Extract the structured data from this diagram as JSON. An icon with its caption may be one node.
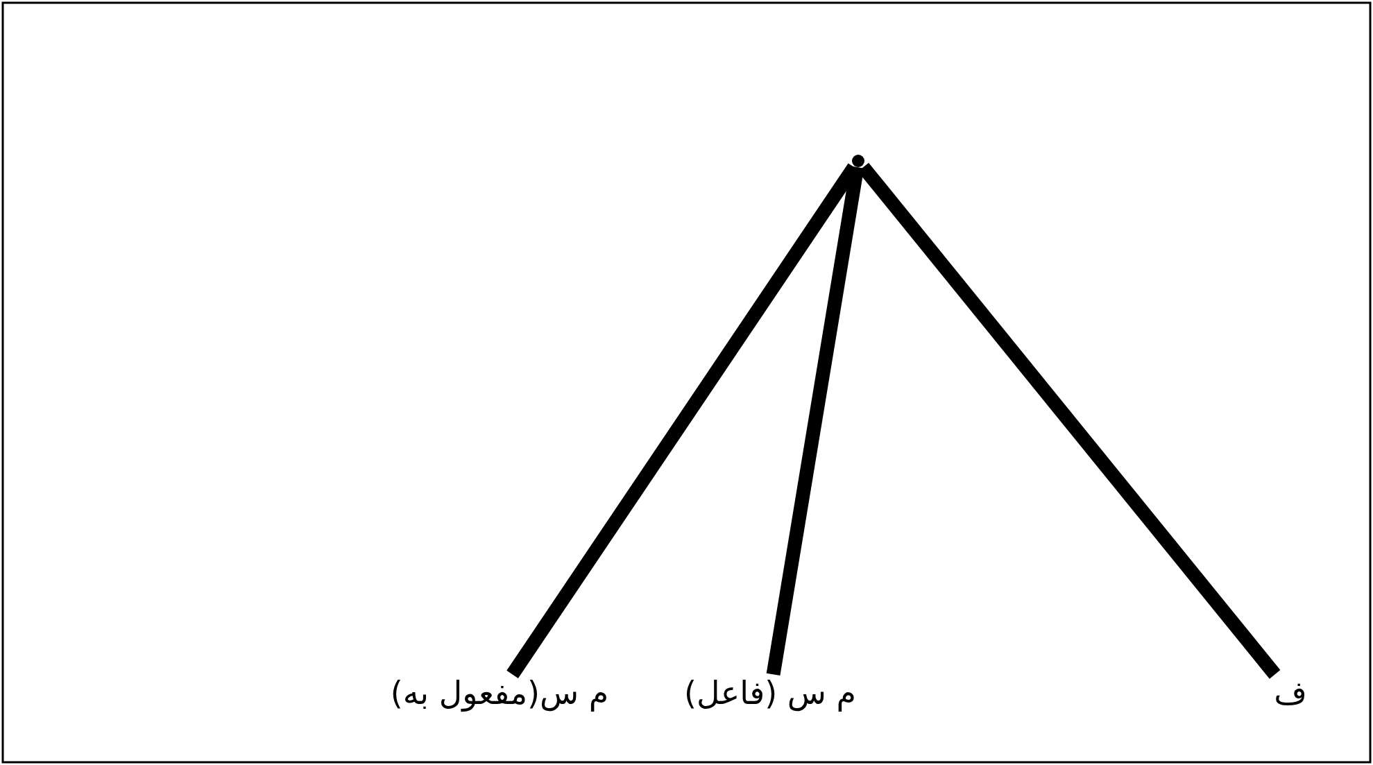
{
  "diagram": {
    "nodes": [
      {
        "text": [],
        "shape": "point"
      },
      {
        "text": [
          "ف"
        ]
      },
      {
        "text": [
          "م س (فاعل)"
        ]
      },
      {
        "text": [
          "م س(مفعول به)"
        ]
      }
    ],
    "edges": [
      {
        "from": 0,
        "to": 3,
        "arrow": "none"
      },
      {
        "from": 0,
        "to": 2,
        "arrow": "none"
      },
      {
        "from": 0,
        "to": 1,
        "arrow": "none"
      }
    ]
  }
}
